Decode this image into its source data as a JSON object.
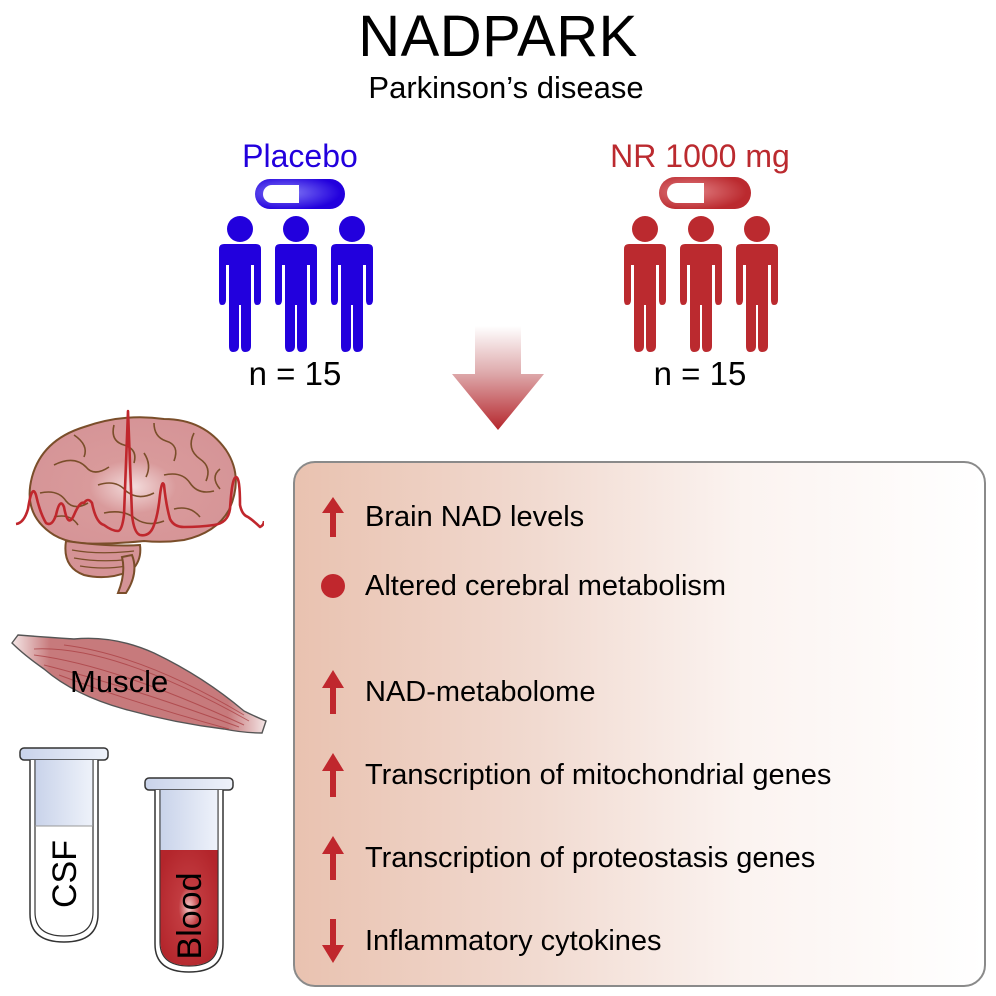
{
  "header": {
    "title": "NADPARK",
    "subtitle": "Parkinson’s disease"
  },
  "groups": [
    {
      "label": "Placebo",
      "n_label": "n = 15",
      "n": 15,
      "color": "#2200dd",
      "icon": "pill-icon",
      "people_icon": "person-icon",
      "people_count": 3
    },
    {
      "label": "NR 1000 mg",
      "n_label": "n = 15",
      "n": 15,
      "color": "#bb2a2f",
      "icon": "pill-icon",
      "people_icon": "person-icon",
      "people_count": 3
    }
  ],
  "flow_arrow": {
    "icon": "down-arrow-icon",
    "color": "#bb2a2f"
  },
  "samples": {
    "brain": {
      "icon": "brain-icon",
      "overlay": "spectrum-line-icon"
    },
    "muscle": {
      "label": "Muscle",
      "icon": "muscle-icon"
    },
    "csf": {
      "label": "CSF",
      "icon": "test-tube-icon"
    },
    "blood": {
      "label": "Blood",
      "icon": "test-tube-icon",
      "fill_color": "#b3252b"
    }
  },
  "results": [
    {
      "direction": "up",
      "icon": "up-arrow-icon",
      "text": "Brain NAD levels"
    },
    {
      "direction": "altered",
      "icon": "dot-icon",
      "text": "Altered cerebral metabolism"
    },
    {
      "direction": "up",
      "icon": "up-arrow-icon",
      "text": "NAD-metabolome"
    },
    {
      "direction": "up",
      "icon": "up-arrow-icon",
      "text": "Transcription of mitochondrial genes"
    },
    {
      "direction": "up",
      "icon": "up-arrow-icon",
      "text": "Transcription of proteostasis genes"
    },
    {
      "direction": "down",
      "icon": "down-arrow-icon",
      "text": "Inflammatory cytokines"
    }
  ],
  "colors": {
    "placebo": "#2200dd",
    "treatment": "#bb2a2f",
    "result_arrow": "#c0272d"
  }
}
